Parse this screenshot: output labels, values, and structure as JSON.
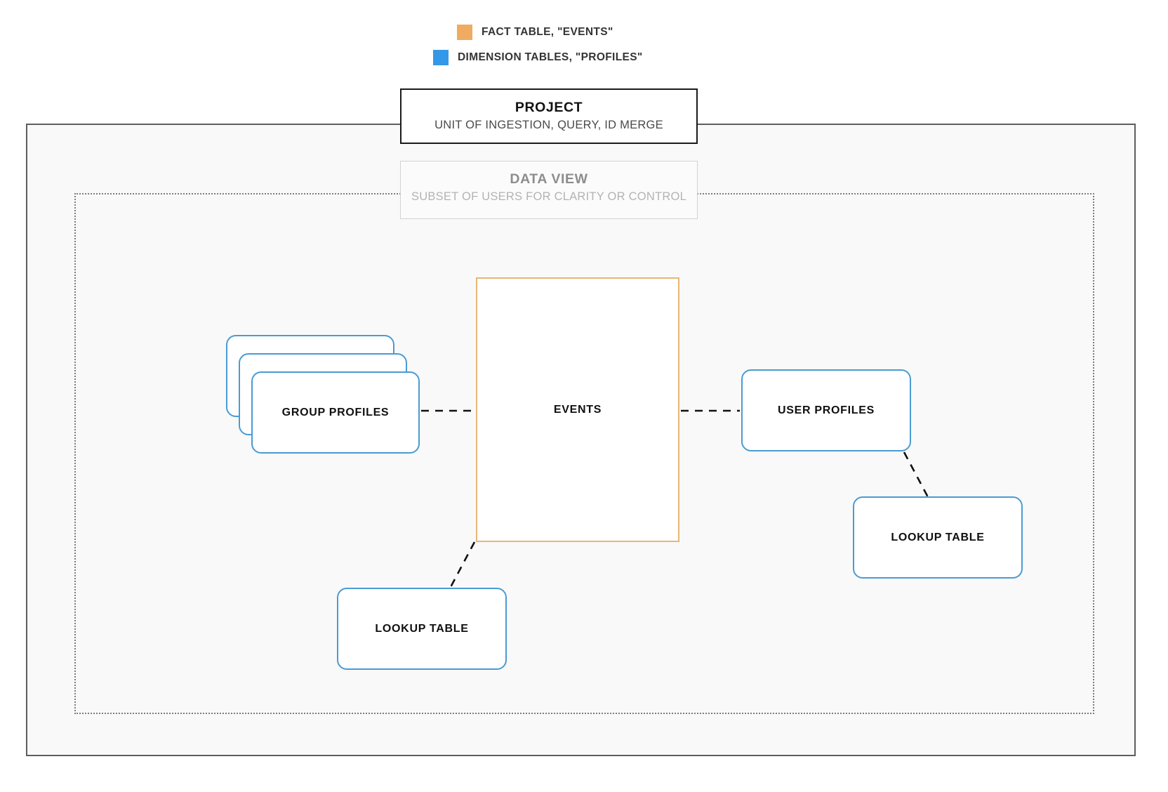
{
  "legend": {
    "items": [
      {
        "id": "fact-table",
        "label": "FACT TABLE, \"EVENTS\"",
        "color": "#efab60",
        "icon": "square-swatch-orange"
      },
      {
        "id": "dimension-tables",
        "label": "DIMENSION TABLES, \"PROFILES\"",
        "color": "#3498e8",
        "icon": "square-swatch-blue"
      }
    ]
  },
  "project": {
    "title": "PROJECT",
    "subtitle": "UNIT OF INGESTION, QUERY, ID MERGE",
    "border_color": "#1a1a1a",
    "fill_color": "#f9f9f9"
  },
  "data_view": {
    "title": "DATA VIEW",
    "subtitle": "SUBSET OF USERS FOR CLARITY OR CONTROL",
    "border_color": "#d2d2d2",
    "text_color": "#8d8d8d"
  },
  "nodes": {
    "events": {
      "label": "EVENTS",
      "type": "fact-table",
      "color": "#e8b674"
    },
    "group_profiles": {
      "label": "GROUP PROFILES",
      "type": "dimension-table",
      "color": "#4a9bd4",
      "stack_count": 3
    },
    "user_profiles": {
      "label": "USER PROFILES",
      "type": "dimension-table",
      "color": "#4a9bd4"
    },
    "lookup_table_left": {
      "label": "LOOKUP TABLE",
      "type": "dimension-table",
      "color": "#4a9bd4"
    },
    "lookup_table_right": {
      "label": "LOOKUP TABLE",
      "type": "dimension-table",
      "color": "#4a9bd4"
    }
  },
  "connectors": [
    {
      "from": "group_profiles",
      "to": "events",
      "style": "dashed"
    },
    {
      "from": "events",
      "to": "user_profiles",
      "style": "dashed"
    },
    {
      "from": "events",
      "to": "lookup_table_left",
      "style": "dashed"
    },
    {
      "from": "user_profiles",
      "to": "lookup_table_right",
      "style": "dashed"
    }
  ]
}
